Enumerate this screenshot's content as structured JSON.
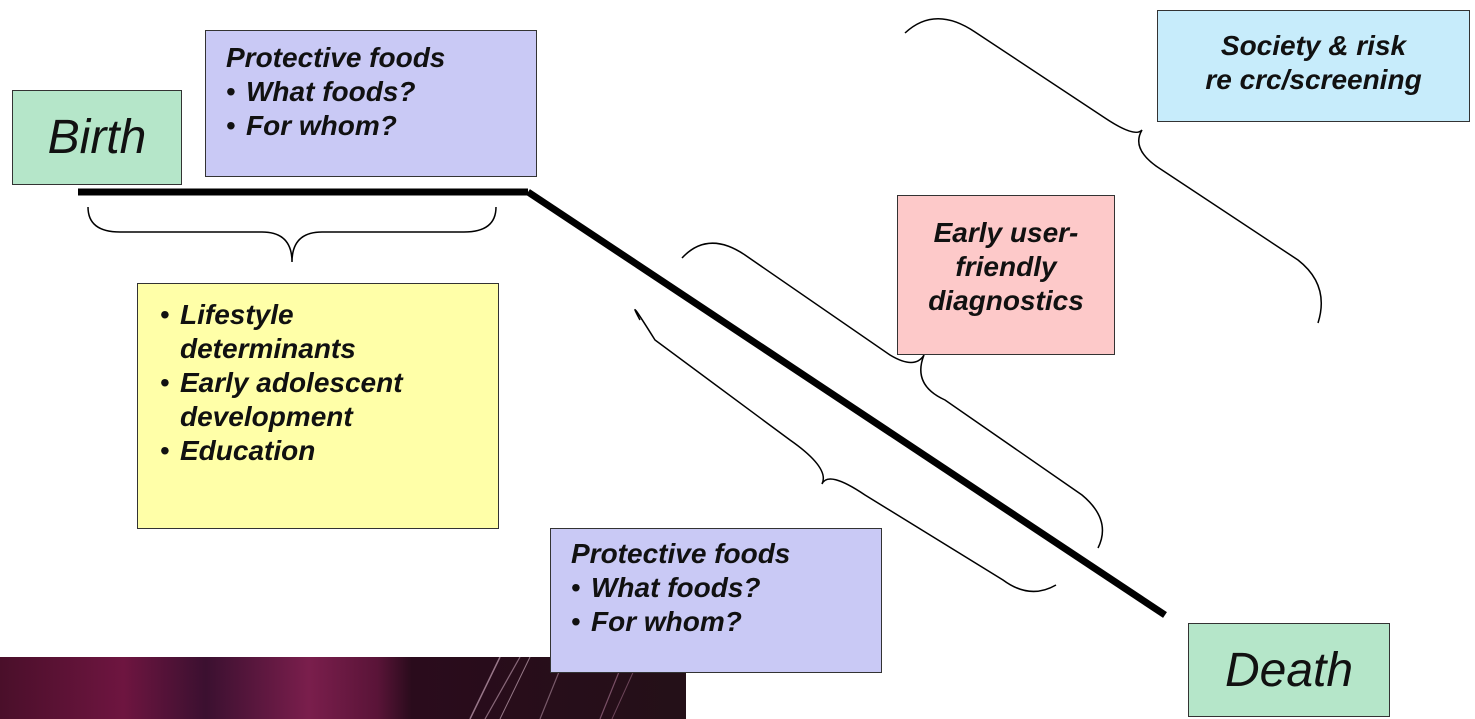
{
  "birth": {
    "label": "Birth",
    "color": "#b5e6c9"
  },
  "death": {
    "label": "Death",
    "color": "#b5e6c9"
  },
  "protective_foods_top": {
    "title": "Protective foods",
    "items": [
      "What foods?",
      "For whom?"
    ],
    "color": "#c9c9f5"
  },
  "protective_foods_bottom": {
    "title": "Protective foods",
    "items": [
      "What foods?",
      "For whom?"
    ],
    "color": "#c9c9f5"
  },
  "lifestyle_box": {
    "items": [
      "Lifestyle determinants",
      "Early adolescent development",
      "Education"
    ],
    "color": "#ffffa8"
  },
  "society_box": {
    "line1": "Society & risk",
    "line2": "re crc/screening",
    "color": "#c7ecfb"
  },
  "diagnostics_box": {
    "line1": "Early user-",
    "line2": "friendly",
    "line3": "diagnostics",
    "color": "#fdc9c9"
  }
}
